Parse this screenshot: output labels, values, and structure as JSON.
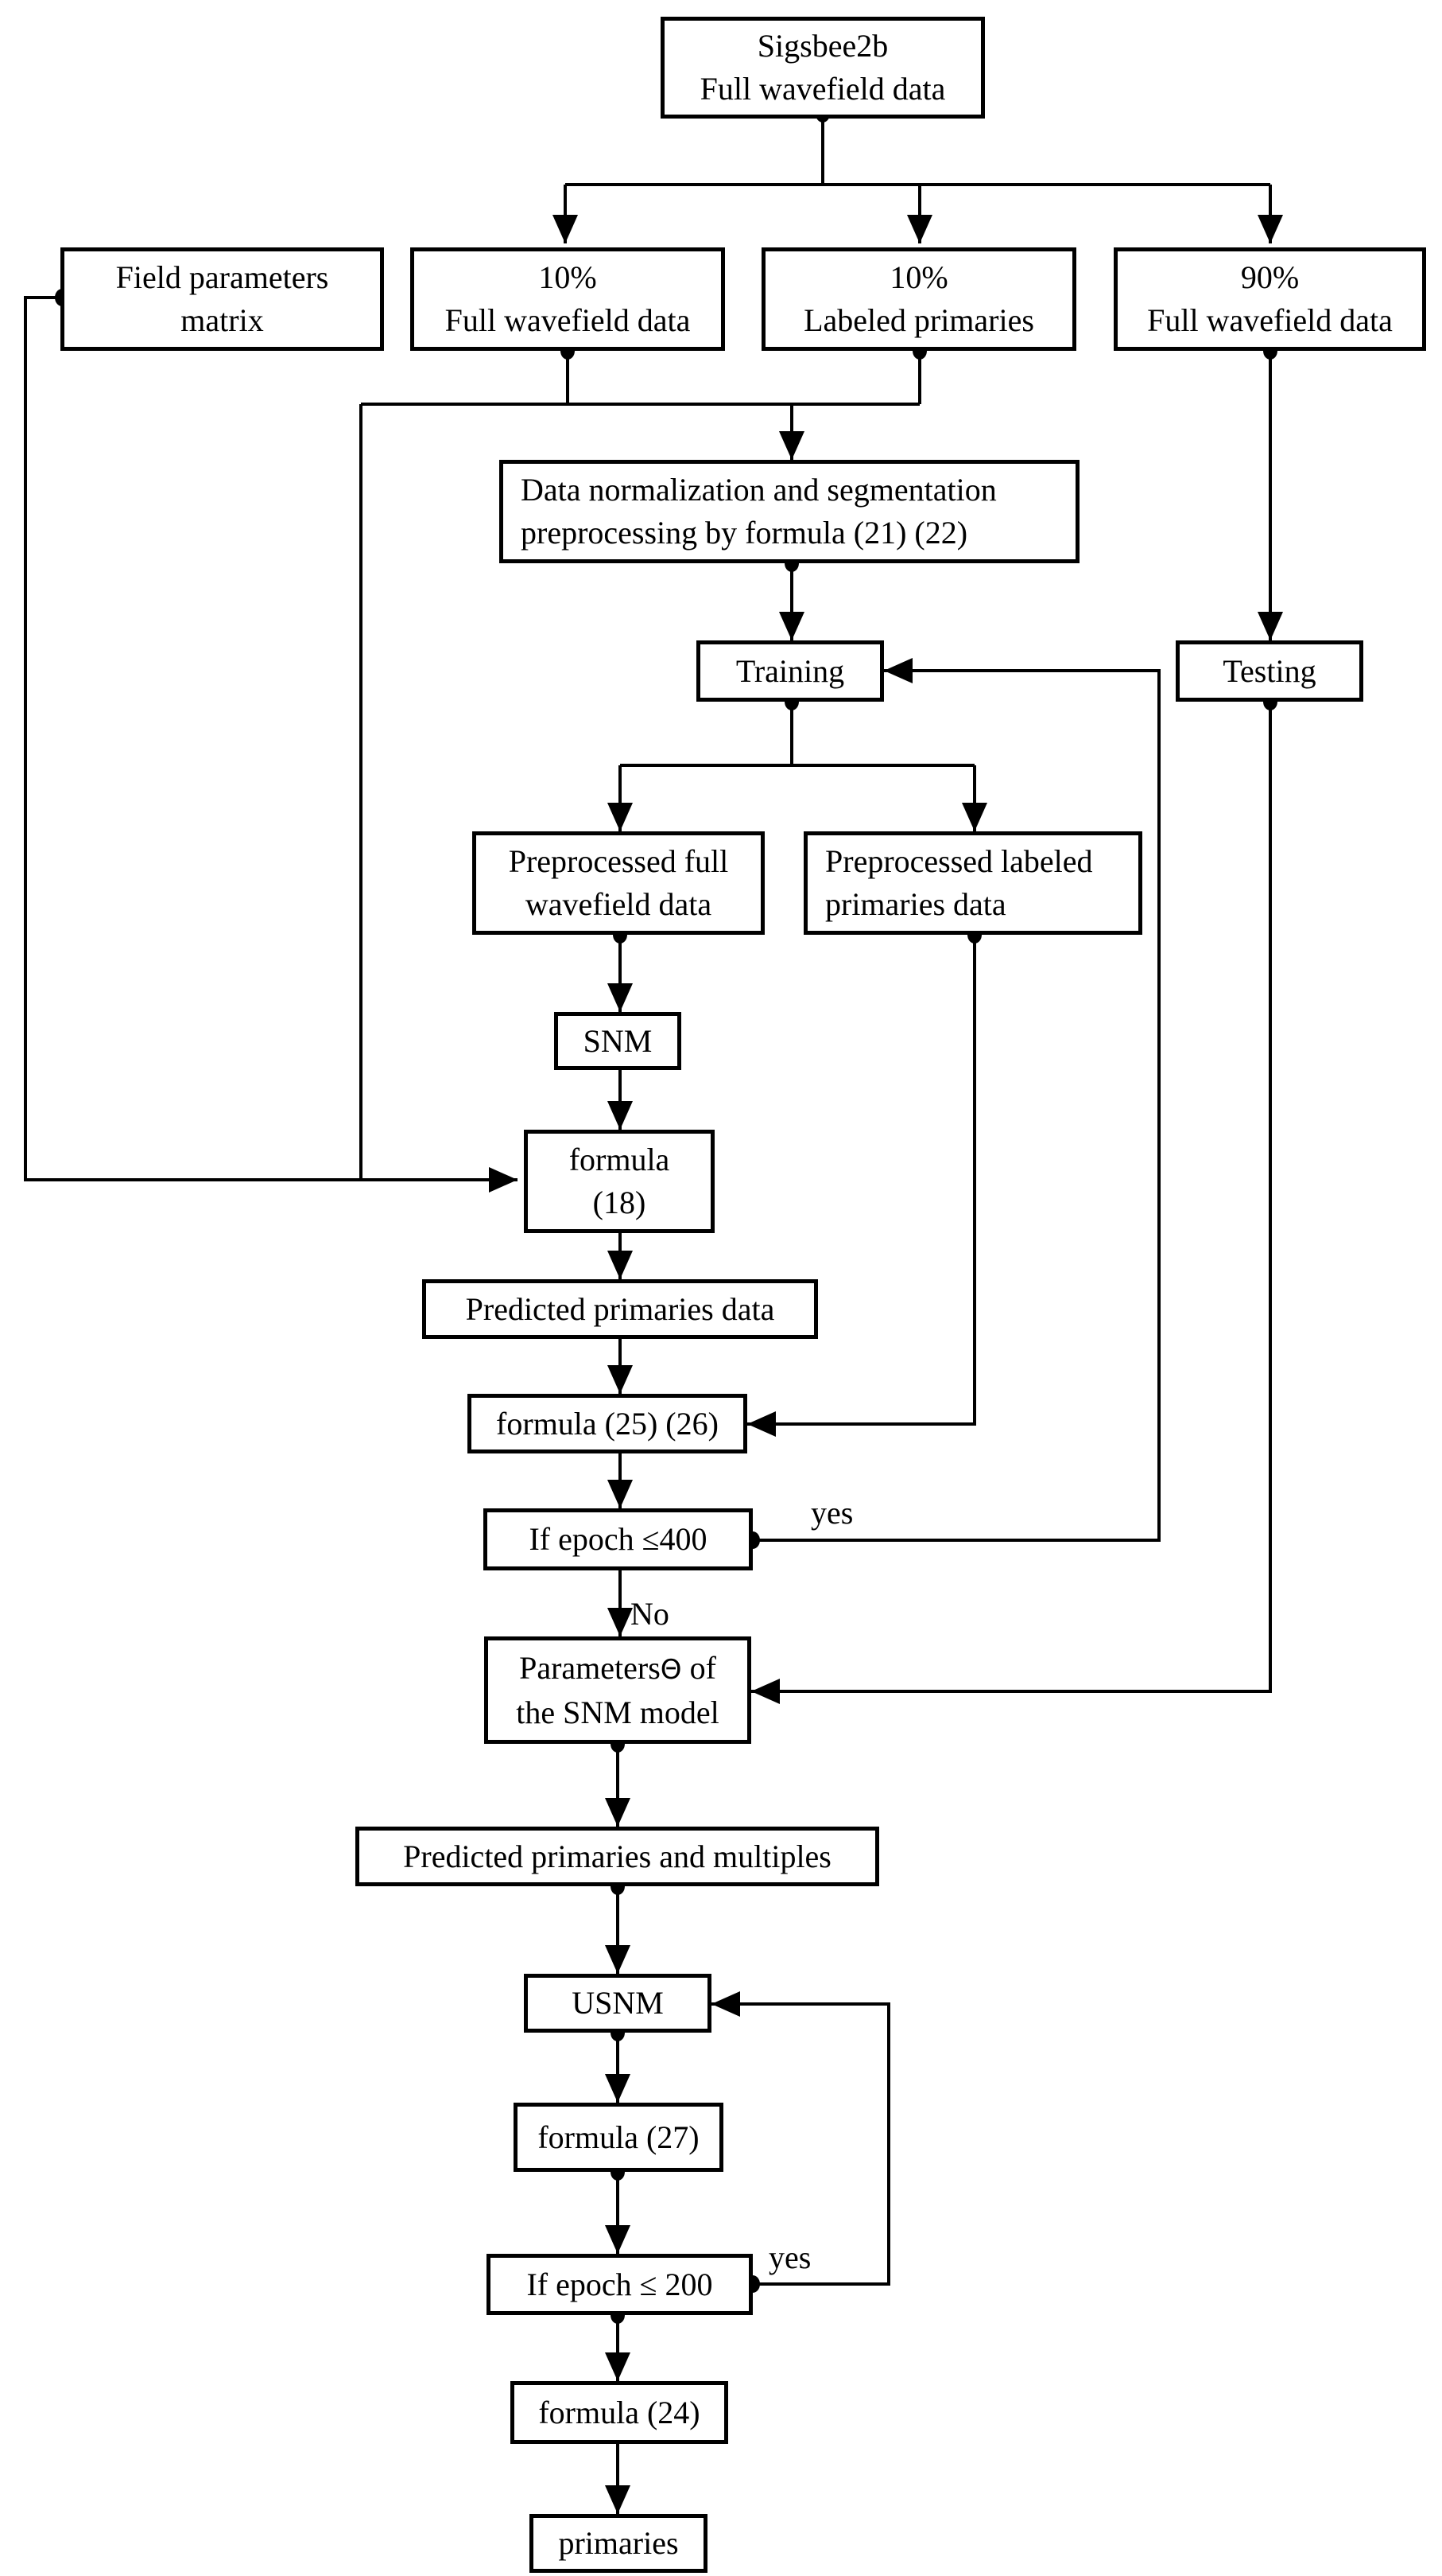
{
  "nodes": {
    "sigsbee": "Sigsbee2b\nFull wavefield data",
    "field_params": "Field parameters\nmatrix",
    "full10": "10%\nFull wavefield data",
    "labeled10": "10%\nLabeled primaries",
    "full90": "90%\nFull wavefield data",
    "normalization": "Data normalization and segmentation\npreprocessing by formula (21) (22)",
    "training": "Training",
    "testing": "Testing",
    "prep_full": "Preprocessed full\nwavefield data",
    "prep_labeled": "Preprocessed labeled\nprimaries data",
    "snm": "SNM",
    "formula18": "formula\n(18)",
    "pred_primaries": "Predicted primaries data",
    "formula2526": "formula (25) (26)",
    "epoch400": "If epoch ≤400",
    "params_line1_a": "Parameters",
    "params_theta": "Θ",
    "params_line1_b": " of",
    "params_line2": "the SNM model",
    "pred_prim_mult": "Predicted primaries and multiples",
    "usnm": "USNM",
    "formula27": "formula (27)",
    "epoch200": "If epoch ≤ 200",
    "formula24": "formula (24)",
    "primaries": "primaries"
  },
  "edge_labels": {
    "yes_400": "yes",
    "no_400": "No",
    "yes_200": "yes"
  }
}
